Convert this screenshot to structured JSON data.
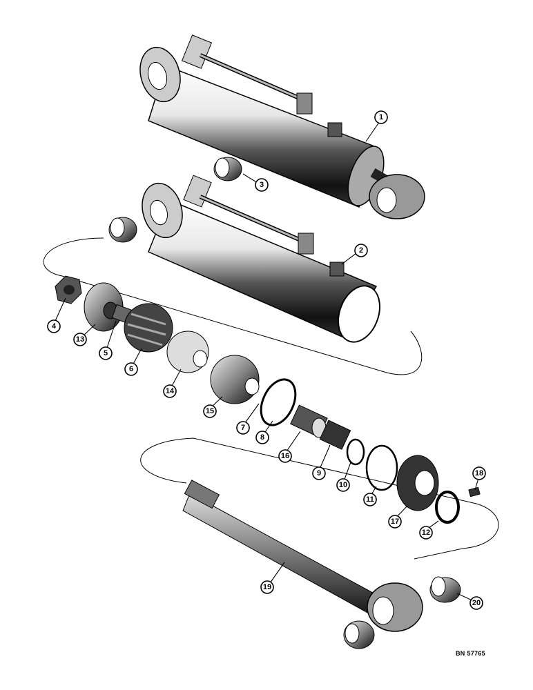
{
  "callouts": [
    {
      "id": "1",
      "label": "1"
    },
    {
      "id": "2",
      "label": "2"
    },
    {
      "id": "3",
      "label": "3"
    },
    {
      "id": "4",
      "label": "4"
    },
    {
      "id": "5",
      "label": "5"
    },
    {
      "id": "6",
      "label": "6"
    },
    {
      "id": "7",
      "label": "7"
    },
    {
      "id": "8",
      "label": "8"
    },
    {
      "id": "9",
      "label": "9"
    },
    {
      "id": "10",
      "label": "10"
    },
    {
      "id": "11",
      "label": "11"
    },
    {
      "id": "12",
      "label": "12"
    },
    {
      "id": "13",
      "label": "13"
    },
    {
      "id": "14",
      "label": "14"
    },
    {
      "id": "15",
      "label": "15"
    },
    {
      "id": "16",
      "label": "16"
    },
    {
      "id": "17",
      "label": "17"
    },
    {
      "id": "18",
      "label": "18"
    },
    {
      "id": "19",
      "label": "19"
    },
    {
      "id": "20",
      "label": "20"
    }
  ],
  "reference_code": "BN 57765"
}
